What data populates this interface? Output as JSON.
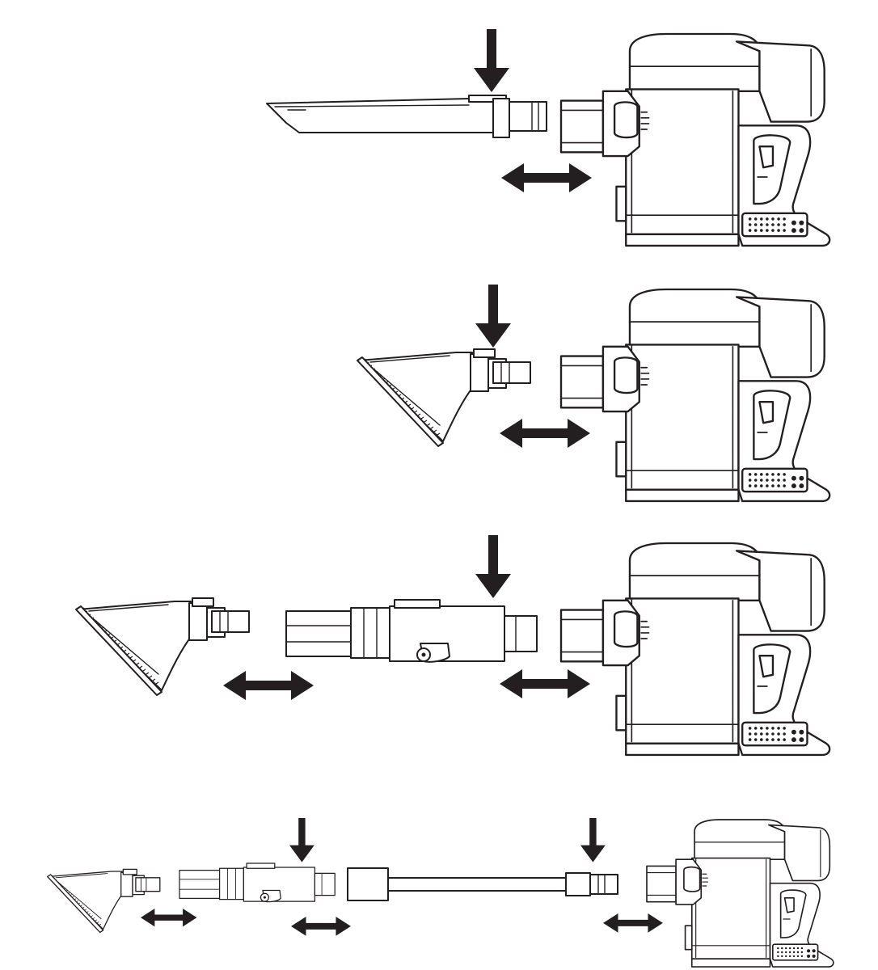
{
  "diagram": {
    "colors": {
      "line": "#231f20",
      "fill": "#ffffff",
      "arrow": "#231f20"
    },
    "steps": [
      {
        "name": "step-crevice-tool",
        "parts": [
          "crevice-tool",
          "vacuum-body"
        ],
        "press_arrows": 1,
        "connect_arrows": 1
      },
      {
        "name": "step-brush-tool",
        "parts": [
          "brush-tool",
          "vacuum-body"
        ],
        "press_arrows": 1,
        "connect_arrows": 1
      },
      {
        "name": "step-brush-with-adapter",
        "parts": [
          "brush-tool",
          "adapter",
          "vacuum-body"
        ],
        "press_arrows": 1,
        "connect_arrows": 2
      },
      {
        "name": "step-brush-adapter-extension",
        "parts": [
          "brush-tool",
          "adapter",
          "extension-tube",
          "vacuum-body"
        ],
        "press_arrows": 2,
        "connect_arrows": 3
      }
    ]
  }
}
